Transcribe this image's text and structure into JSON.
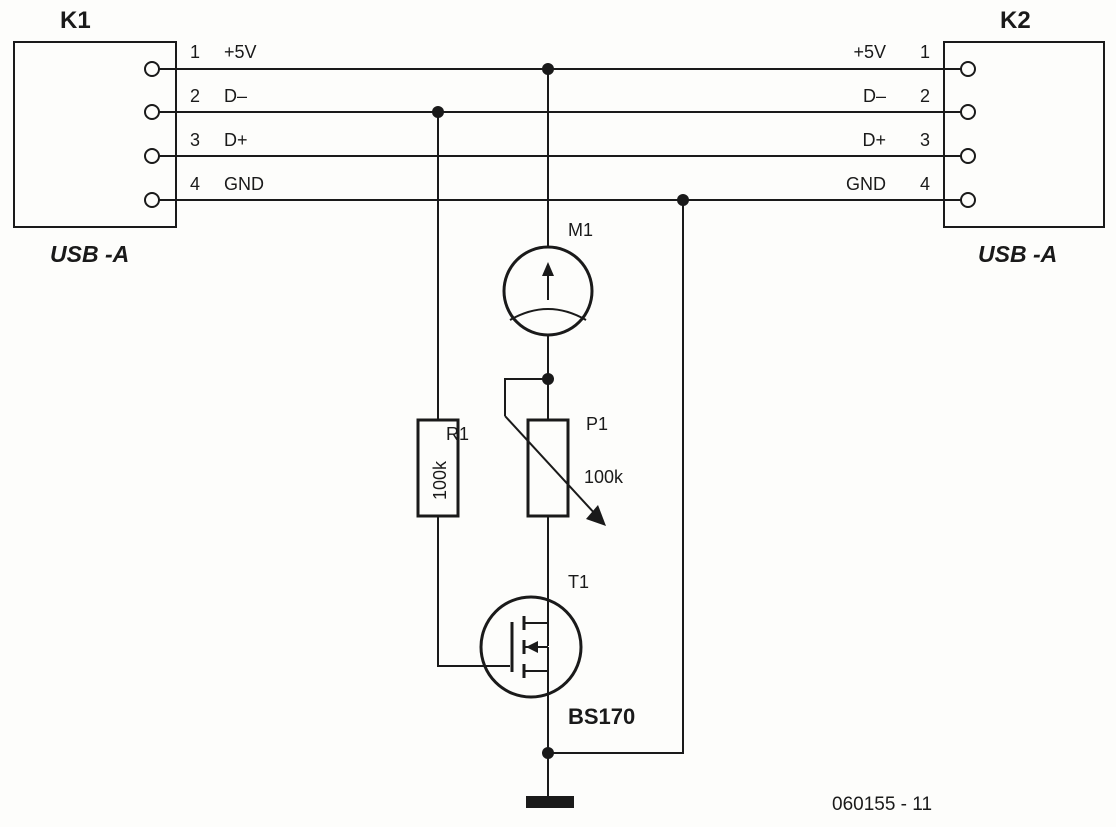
{
  "connectors": {
    "k1": {
      "ref": "K1",
      "type": "USB -A",
      "pins": [
        {
          "num": "1",
          "signal": "+5V"
        },
        {
          "num": "2",
          "signal": "D–"
        },
        {
          "num": "3",
          "signal": "D+"
        },
        {
          "num": "4",
          "signal": "GND"
        }
      ]
    },
    "k2": {
      "ref": "K2",
      "type": "USB -A",
      "pins": [
        {
          "num": "1",
          "signal": "+5V"
        },
        {
          "num": "2",
          "signal": "D–"
        },
        {
          "num": "3",
          "signal": "D+"
        },
        {
          "num": "4",
          "signal": "GND"
        }
      ]
    }
  },
  "components": {
    "meter": {
      "ref": "M1"
    },
    "resistor": {
      "ref": "R1",
      "value": "100k"
    },
    "potentiometer": {
      "ref": "P1",
      "value": "100k"
    },
    "transistor": {
      "ref": "T1",
      "part": "BS170"
    }
  },
  "figure_code": "060155 - 11"
}
